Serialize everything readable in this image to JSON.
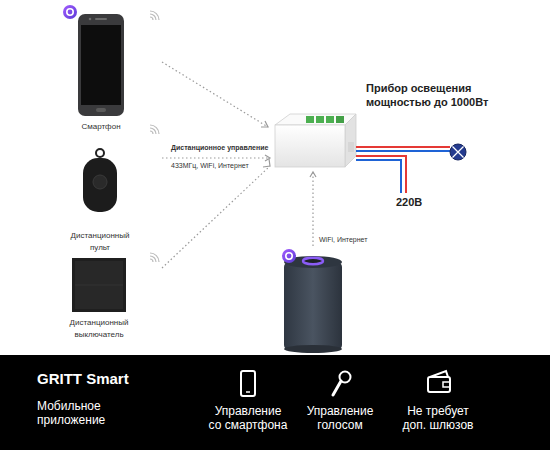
{
  "diagram": {
    "nodes": [
      {
        "text": [
          "GRITT Smart",
          "Мобильное приложение",
          "Управление со смартфона",
          "Управление голосом",
          "Не требует доп. шлюзов"
        ]
      }
    ],
    "labels": [
      "Смартфон",
      "Дистанционный пульт",
      "Дистанционный выключатель",
      "Дистанционное управление",
      "433МГц, WiFi, Интернет",
      "Прибор освещения мощностью до 1000Вт",
      "WiFi, Интернет",
      "220В"
    ]
  }
}
